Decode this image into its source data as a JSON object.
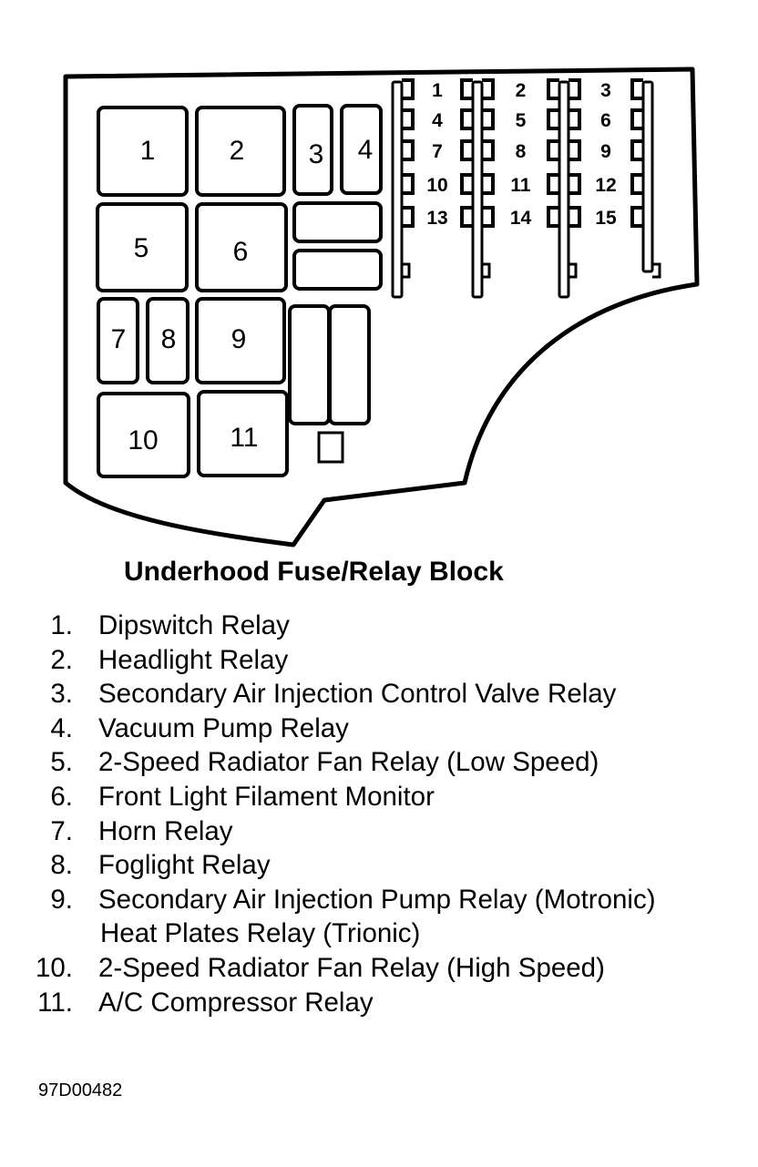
{
  "diagram": {
    "relays": [
      {
        "id": "relay-1",
        "label": "1"
      },
      {
        "id": "relay-2",
        "label": "2"
      },
      {
        "id": "relay-3",
        "label": "3"
      },
      {
        "id": "relay-4",
        "label": "4"
      },
      {
        "id": "relay-5",
        "label": "5"
      },
      {
        "id": "relay-6",
        "label": "6"
      },
      {
        "id": "relay-7",
        "label": "7"
      },
      {
        "id": "relay-8",
        "label": "8"
      },
      {
        "id": "relay-9",
        "label": "9"
      },
      {
        "id": "relay-10",
        "label": "10"
      },
      {
        "id": "relay-11",
        "label": "11"
      }
    ],
    "fuses": [
      "1",
      "2",
      "3",
      "4",
      "5",
      "6",
      "7",
      "8",
      "9",
      "10",
      "11",
      "12",
      "13",
      "14",
      "15"
    ]
  },
  "caption": "Underhood Fuse/Relay Block",
  "legend": [
    {
      "num": "1.",
      "text": "Dipswitch Relay"
    },
    {
      "num": "2.",
      "text": "Headlight Relay"
    },
    {
      "num": "3.",
      "text": "Secondary Air Injection Control Valve Relay"
    },
    {
      "num": "4.",
      "text": "Vacuum Pump Relay"
    },
    {
      "num": "5.",
      "text": "2-Speed Radiator Fan Relay (Low Speed)"
    },
    {
      "num": "6.",
      "text": "Front Light Filament Monitor"
    },
    {
      "num": "7.",
      "text": "Horn Relay"
    },
    {
      "num": "8.",
      "text": "Foglight Relay"
    },
    {
      "num": "9.",
      "text": "Secondary Air Injection Pump Relay (Motronic)"
    },
    {
      "num": "",
      "text": "Heat Plates Relay (Trionic)"
    },
    {
      "num": "10.",
      "text": "2-Speed Radiator Fan Relay (High Speed)"
    },
    {
      "num": "11.",
      "text": "A/C Compressor Relay"
    }
  ],
  "figure_code": "97D00482"
}
